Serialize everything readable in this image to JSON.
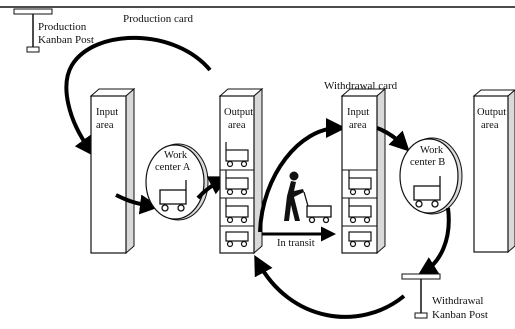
{
  "labels": {
    "production_card": "Production card",
    "production_post_1": "Production",
    "production_post_2": "Kanban Post",
    "withdrawal_card": "Withdrawal card",
    "withdrawal_post_1": "Withdrawal",
    "withdrawal_post_2": "Kanban Post",
    "input_area_1_l1": "Input",
    "input_area_1_l2": "area",
    "output_area_1_l1": "Output",
    "output_area_1_l2": "area",
    "input_area_2_l1": "Input",
    "input_area_2_l2": "area",
    "output_area_2_l1": "Output",
    "output_area_2_l2": "area",
    "work_center_a_l1": "Work",
    "work_center_a_l2": "center A",
    "work_center_b_l1": "Work",
    "work_center_b_l2": "center B",
    "in_transit": "In transit"
  },
  "colors": {
    "stroke": "#111111",
    "fill_light": "#ffffff",
    "fill_shade": "#d9d9d9",
    "arrow": "#000000"
  }
}
